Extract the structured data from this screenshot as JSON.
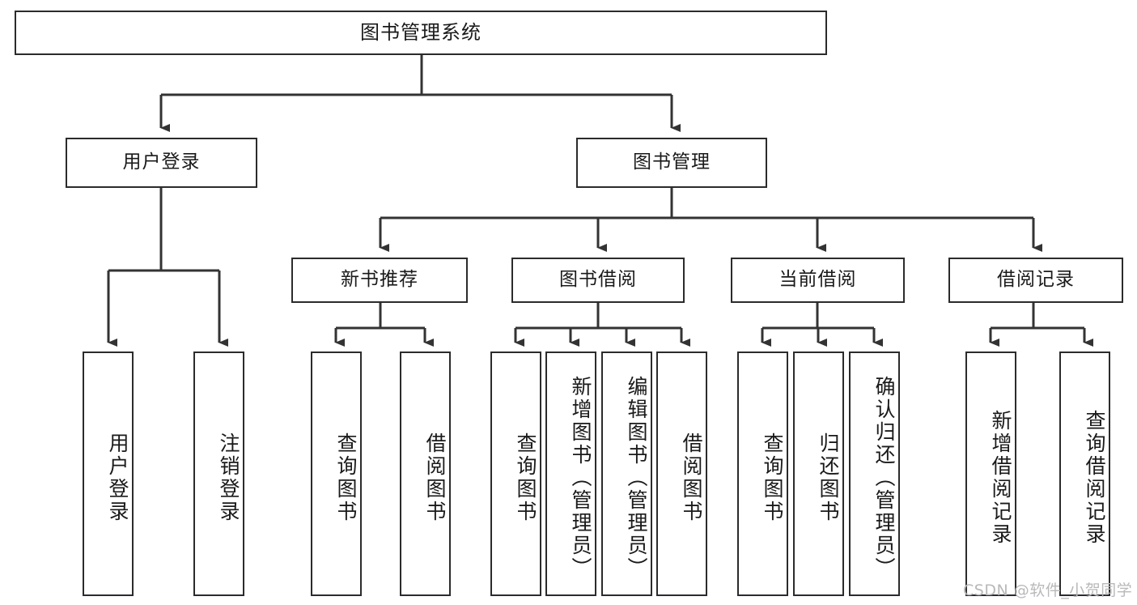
{
  "diagram": {
    "title": "图书管理系统",
    "type": "functional-structure-tree",
    "watermark": "CSDN @软件_小贺同学",
    "colors": {
      "box_border": "#2b2b2b",
      "box_fill": "#ffffff",
      "connector": "#333333",
      "text": "#1a1a1a",
      "watermark": "#b9b9b9"
    },
    "nodes": {
      "root": {
        "label": "图书管理系统"
      },
      "level2": [
        {
          "id": "user-login",
          "label": "用户登录"
        },
        {
          "id": "book-manage",
          "label": "图书管理"
        }
      ],
      "level3": [
        {
          "id": "new-book-recommend",
          "label": "新书推荐"
        },
        {
          "id": "book-borrow",
          "label": "图书借阅"
        },
        {
          "id": "current-borrow",
          "label": "当前借阅"
        },
        {
          "id": "borrow-record",
          "label": "借阅记录"
        }
      ],
      "leaves": {
        "user_login": [
          {
            "id": "leaf-user-login",
            "label": "用户登录"
          },
          {
            "id": "leaf-user-logout",
            "label": "注销登录"
          }
        ],
        "new_book_recommend": [
          {
            "id": "leaf-query-book-1",
            "label": "查询图书"
          },
          {
            "id": "leaf-borrow-book-1",
            "label": "借阅图书"
          }
        ],
        "book_borrow": [
          {
            "id": "leaf-query-book-2",
            "label": "查询图书"
          },
          {
            "id": "leaf-add-book",
            "label": "新增图书（管理员）"
          },
          {
            "id": "leaf-edit-book",
            "label": "编辑图书（管理员）"
          },
          {
            "id": "leaf-borrow-book-2",
            "label": "借阅图书"
          }
        ],
        "current_borrow": [
          {
            "id": "leaf-query-book-3",
            "label": "查询图书"
          },
          {
            "id": "leaf-return-book",
            "label": "归还图书"
          },
          {
            "id": "leaf-confirm-return",
            "label": "确认归还（管理员）"
          }
        ],
        "borrow_record": [
          {
            "id": "leaf-add-record",
            "label": "新增借阅记录"
          },
          {
            "id": "leaf-query-record",
            "label": "查询借阅记录"
          }
        ]
      }
    }
  }
}
